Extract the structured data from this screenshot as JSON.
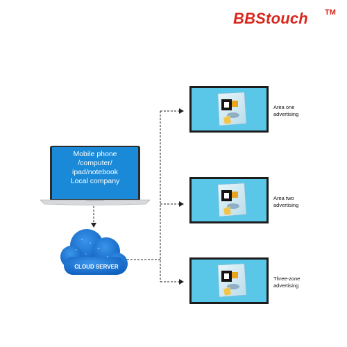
{
  "brand": {
    "name": "BBStouch",
    "trademark": "TM",
    "color": "#d9261c"
  },
  "laptop": {
    "lines": [
      "Mobile phone",
      "/computer/",
      "ipad/notebook",
      "Local company"
    ],
    "screen_color": "#1a8ad8"
  },
  "cloud": {
    "label": "CLOUD SERVER",
    "color": "#1874d2",
    "icon": "cloud-icon"
  },
  "screens": [
    {
      "label_lines": [
        "Area one",
        "advertising"
      ],
      "icon": "snack-bag-image"
    },
    {
      "label_lines": [
        "Area two",
        "advertising"
      ],
      "icon": "snack-bag-image"
    },
    {
      "label_lines": [
        "Three-zone",
        "advertising"
      ],
      "icon": "snack-bag-image"
    }
  ],
  "screen_background": "#5bc7e8"
}
